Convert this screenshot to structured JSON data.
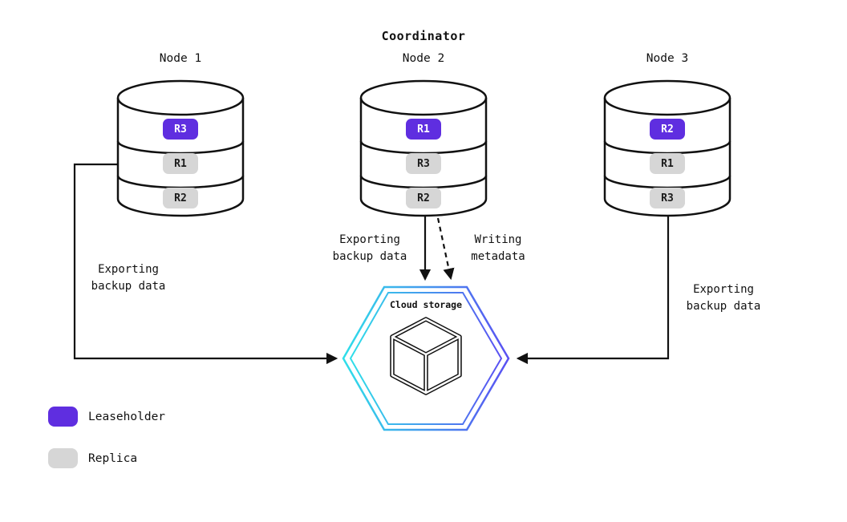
{
  "title": "Coordinator",
  "nodes": [
    {
      "label": "Node 1",
      "replicas": [
        {
          "id": "R3",
          "role": "leaseholder"
        },
        {
          "id": "R1",
          "role": "replica"
        },
        {
          "id": "R2",
          "role": "replica"
        }
      ]
    },
    {
      "label": "Node 2",
      "replicas": [
        {
          "id": "R1",
          "role": "leaseholder"
        },
        {
          "id": "R3",
          "role": "replica"
        },
        {
          "id": "R2",
          "role": "replica"
        }
      ]
    },
    {
      "label": "Node 3",
      "replicas": [
        {
          "id": "R2",
          "role": "leaseholder"
        },
        {
          "id": "R1",
          "role": "replica"
        },
        {
          "id": "R3",
          "role": "replica"
        }
      ]
    }
  ],
  "cloud": {
    "label": "Cloud storage"
  },
  "edges": {
    "node1_export": {
      "line1": "Exporting",
      "line2": "backup data",
      "style": "solid"
    },
    "node2_export": {
      "line1": "Exporting",
      "line2": "backup data",
      "style": "solid"
    },
    "node2_metadata": {
      "line1": "Writing",
      "line2": "metadata",
      "style": "dashed"
    },
    "node3_export": {
      "line1": "Exporting",
      "line2": "backup data",
      "style": "solid"
    }
  },
  "legend": {
    "items": [
      {
        "label": "Leaseholder",
        "swatch": "leaseholder"
      },
      {
        "label": "Replica",
        "swatch": "replica"
      }
    ]
  },
  "colors": {
    "leaseholder": "#5f2ee0",
    "replica": "#d6d6d6",
    "arrow": "#111111",
    "hex_gradient_start": "#2fdfe9",
    "hex_gradient_end": "#5a50f2"
  }
}
